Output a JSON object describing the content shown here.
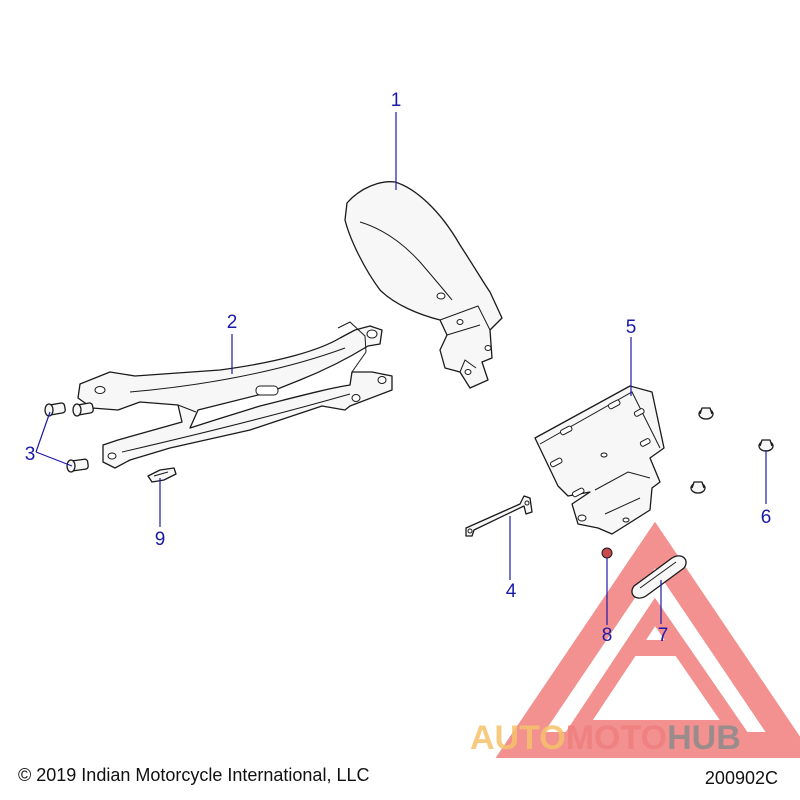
{
  "callouts": [
    {
      "id": "1",
      "label": "1"
    },
    {
      "id": "2",
      "label": "2"
    },
    {
      "id": "3",
      "label": "3"
    },
    {
      "id": "4",
      "label": "4"
    },
    {
      "id": "5",
      "label": "5"
    },
    {
      "id": "6",
      "label": "6"
    },
    {
      "id": "7",
      "label": "7"
    },
    {
      "id": "8",
      "label": "8"
    },
    {
      "id": "9",
      "label": "9"
    }
  ],
  "watermark": {
    "part_auto": "AUTO",
    "part_moto": "MOTO",
    "part_hub": "HUB",
    "color_auto": "#f5c36b",
    "color_moto": "#ef7f7f",
    "color_hub": "#8c8c8c",
    "logo_color": "#ef6b6b"
  },
  "footer": {
    "copyright": "© 2019 Indian Motorcycle International, LLC",
    "diagram_code": "200902C"
  },
  "colors": {
    "callout": "#1a1aa8",
    "line_art": "#1a1a1a"
  }
}
